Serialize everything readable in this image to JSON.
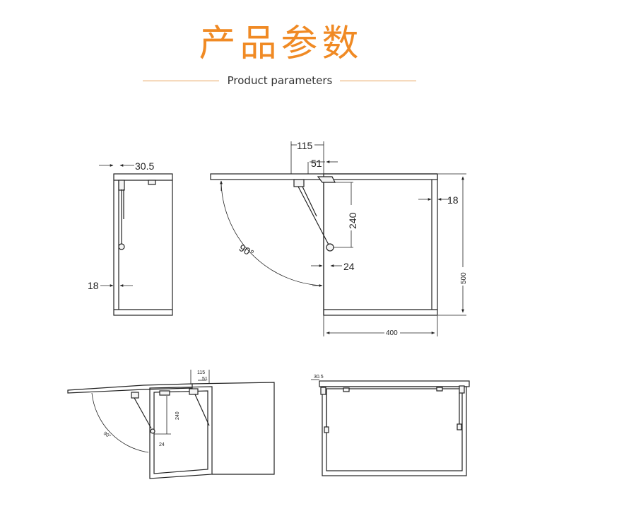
{
  "header": {
    "title": "产品参数",
    "subtitle": "Product parameters",
    "accent_color": "#f08a24"
  },
  "dims": {
    "side_top": "30.5",
    "side_bottom": "18",
    "main_115": "115",
    "main_51": "51",
    "main_240": "240",
    "main_24": "24",
    "main_18": "18",
    "main_500": "500",
    "main_400": "400",
    "main_angle": "90°",
    "persp_115": "115",
    "persp_51": "51",
    "persp_240": "240",
    "persp_24": "24",
    "persp_angle": "90°",
    "front_30_5": "30.5"
  }
}
